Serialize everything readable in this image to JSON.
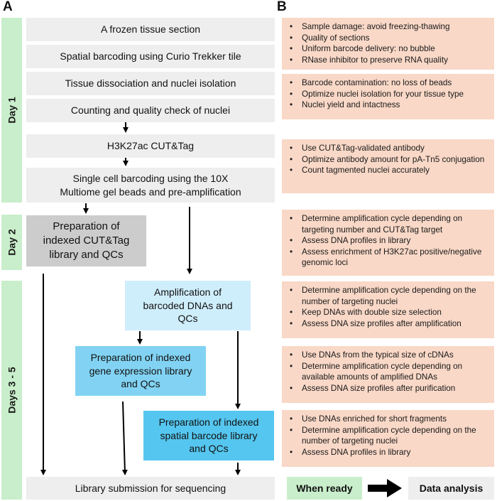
{
  "panels": {
    "a": "A",
    "b": "B"
  },
  "days": {
    "day1": "Day 1",
    "day2": "Day 2",
    "day3_5": "Days 3 - 5"
  },
  "steps": {
    "frozen_section": "A frozen tissue section",
    "spatial_barcoding": "Spatial barcoding using Curio Trekker tile",
    "dissociation": "Tissue dissociation and nuclei isolation",
    "counting": "Counting and quality check of nuclei",
    "cut_tag": "H3K27ac CUT&Tag",
    "single_cell_line1": "Single cell barcoding using the 10X",
    "single_cell_line2": "Multiome gel beads and pre-amplification",
    "cut_tag_lib_line1": "Preparation of",
    "cut_tag_lib_line2": "indexed CUT&Tag",
    "cut_tag_lib_line3": "library and QCs",
    "amplification_line1": "Amplification of",
    "amplification_line2": "barcoded DNAs and",
    "amplification_line3": "QCs",
    "gex_lib_line1": "Preparation of indexed",
    "gex_lib_line2": "gene expression library",
    "gex_lib_line3": "and QCs",
    "spatial_lib_line1": "Preparation of indexed",
    "spatial_lib_line2": "spatial barcode library",
    "spatial_lib_line3": "and QCs",
    "submission": "Library submission for sequencing"
  },
  "tips": [
    [
      "Sample damage: avoid freezing-thawing",
      "Quality of sections",
      "Uniform barcode delivery: no bubble",
      "RNase inhibitor to preserve RNA quality"
    ],
    [
      "Barcode contamination: no loss of beads",
      "Optimize nuclei isolation for your tissue type",
      "Nuclei yield and intactness"
    ],
    [
      "Use CUT&Tag-validated antibody",
      "Optimize antibody amount for pA-Tn5 conjugation",
      "Count tagmented nuclei accurately"
    ],
    [
      "Determine amplification cycle depending on targeting number and CUT&Tag target",
      "Assess DNA profiles in library",
      "Assess enrichment of H3K27ac positive/negative genomic loci"
    ],
    [
      "Determine amplification cycle depending on the number of targeting nuclei",
      "Keep DNAs with double size selection",
      "Assess DNA size profiles after amplification"
    ],
    [
      "Use DNAs from the typical size of cDNAs",
      "Determine amplification cycle depending on available amounts of amplified DNAs",
      "Assess DNA size profiles after purification"
    ],
    [
      "Use DNAs enriched for short fragments",
      "Determine amplification cycle depending on the number of targeting nuclei",
      "Assess DNA profiles in library"
    ]
  ],
  "footer": {
    "when_ready": "When ready",
    "data_analysis": "Data analysis"
  }
}
